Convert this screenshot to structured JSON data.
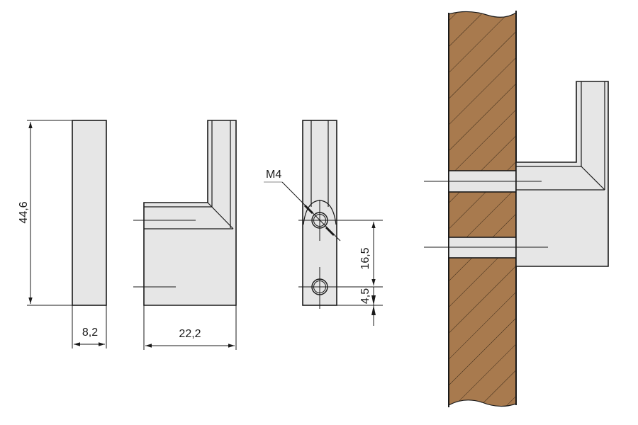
{
  "dimensions": {
    "height": "44,6",
    "depth": "8,2",
    "width": "22,2",
    "hole_spacing": "16,5",
    "hole_offset": "4,5",
    "thread": "M4"
  },
  "colors": {
    "part_fill": "#e6e6e6",
    "wood": "#a87a4e",
    "line": "#1a1a1a"
  }
}
